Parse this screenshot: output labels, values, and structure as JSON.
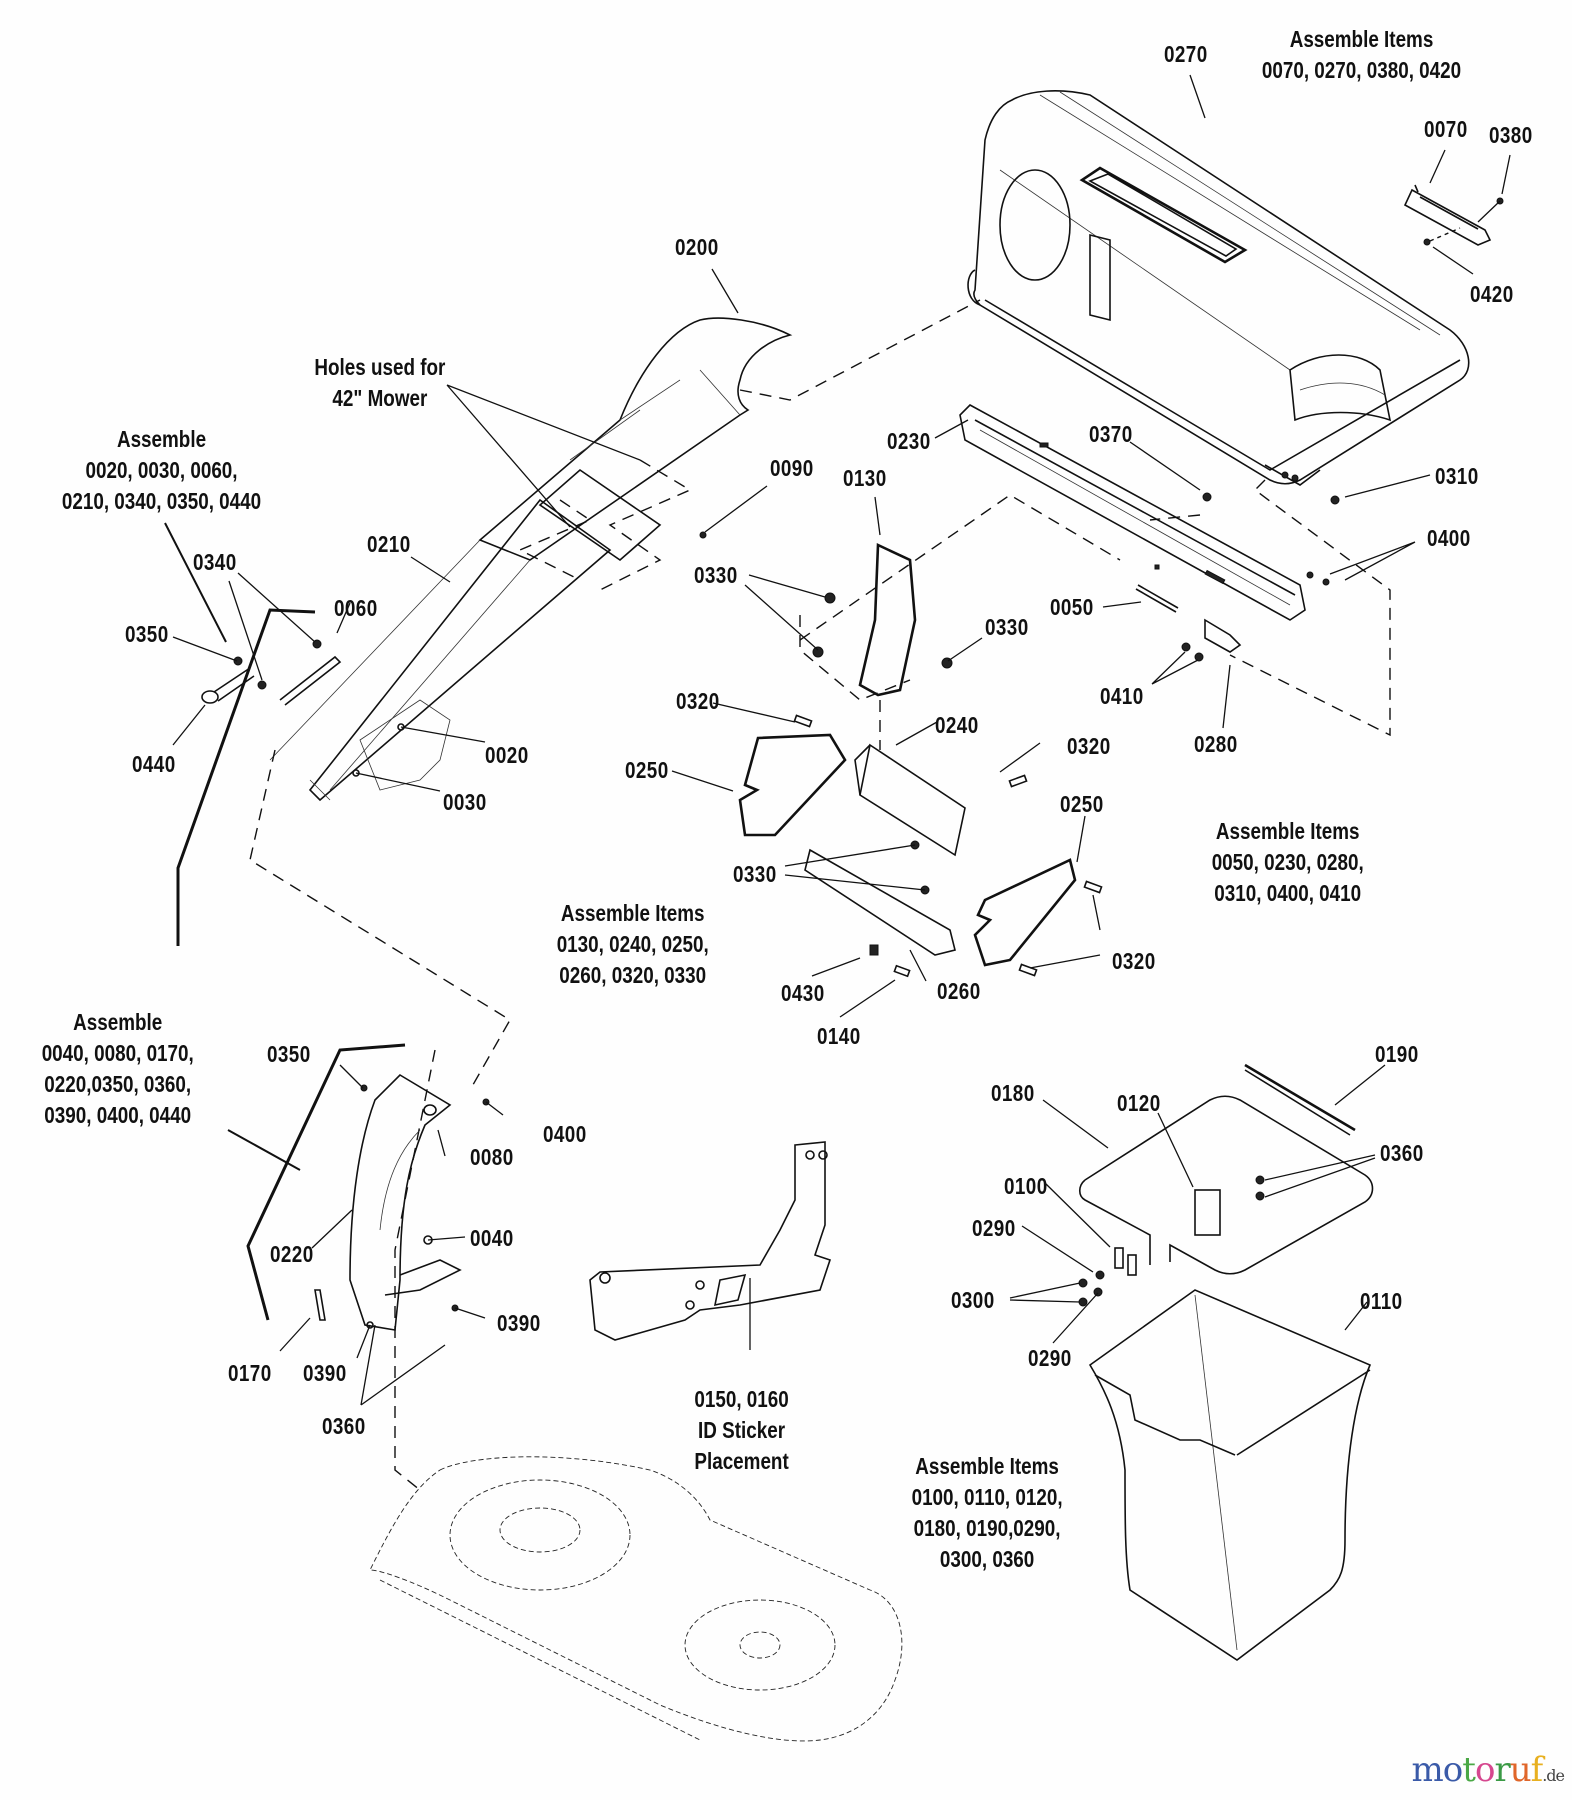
{
  "diagram": {
    "type": "exploded-parts-diagram",
    "subject": "Lawn tractor grass bagger / collector assembly"
  },
  "callouts": [
    {
      "id": "c0270",
      "text": "0270"
    },
    {
      "id": "c0070",
      "text": "0070"
    },
    {
      "id": "c0380",
      "text": "0380"
    },
    {
      "id": "c0420",
      "text": "0420"
    },
    {
      "id": "c0200",
      "text": "0200"
    },
    {
      "id": "c0230",
      "text": "0230"
    },
    {
      "id": "c0370",
      "text": "0370"
    },
    {
      "id": "c0310",
      "text": "0310"
    },
    {
      "id": "c0090",
      "text": "0090"
    },
    {
      "id": "c0130",
      "text": "0130"
    },
    {
      "id": "c0400a",
      "text": "0400"
    },
    {
      "id": "c0330a",
      "text": "0330"
    },
    {
      "id": "c0330b",
      "text": "0330"
    },
    {
      "id": "c0050",
      "text": "0050"
    },
    {
      "id": "c0410",
      "text": "0410"
    },
    {
      "id": "c0280",
      "text": "0280"
    },
    {
      "id": "c0210",
      "text": "0210"
    },
    {
      "id": "c0340",
      "text": "0340"
    },
    {
      "id": "c0060",
      "text": "0060"
    },
    {
      "id": "c0350a",
      "text": "0350"
    },
    {
      "id": "c0440",
      "text": "0440"
    },
    {
      "id": "c0020",
      "text": "0020"
    },
    {
      "id": "c0030",
      "text": "0030"
    },
    {
      "id": "c0320a",
      "text": "0320"
    },
    {
      "id": "c0240",
      "text": "0240"
    },
    {
      "id": "c0320b",
      "text": "0320"
    },
    {
      "id": "c0250a",
      "text": "0250"
    },
    {
      "id": "c0250b",
      "text": "0250"
    },
    {
      "id": "c0330c",
      "text": "0330"
    },
    {
      "id": "c0320c",
      "text": "0320"
    },
    {
      "id": "c0430",
      "text": "0430"
    },
    {
      "id": "c0140",
      "text": "0140"
    },
    {
      "id": "c0260",
      "text": "0260"
    },
    {
      "id": "c0350b",
      "text": "0350"
    },
    {
      "id": "c0400b",
      "text": "0400"
    },
    {
      "id": "c0080",
      "text": "0080"
    },
    {
      "id": "c0040",
      "text": "0040"
    },
    {
      "id": "c0220",
      "text": "0220"
    },
    {
      "id": "c0390a",
      "text": "0390"
    },
    {
      "id": "c0170",
      "text": "0170"
    },
    {
      "id": "c0390b",
      "text": "0390"
    },
    {
      "id": "c0360a",
      "text": "0360"
    },
    {
      "id": "c0190",
      "text": "0190"
    },
    {
      "id": "c0180",
      "text": "0180"
    },
    {
      "id": "c0120",
      "text": "0120"
    },
    {
      "id": "c0360b",
      "text": "0360"
    },
    {
      "id": "c0100",
      "text": "0100"
    },
    {
      "id": "c0290a",
      "text": "0290"
    },
    {
      "id": "c0300",
      "text": "0300"
    },
    {
      "id": "c0290b",
      "text": "0290"
    },
    {
      "id": "c0110",
      "text": "0110"
    }
  ],
  "notes": {
    "top_right": {
      "lines": [
        "Assemble Items",
        "0070, 0270, 0380, 0420"
      ]
    },
    "holes": {
      "lines": [
        "Holes used for",
        "42\" Mower"
      ]
    },
    "chute_tube": {
      "lines": [
        "Assemble",
        "0020, 0030, 0060,",
        "0210, 0340, 0350, 0440"
      ]
    },
    "mount_brackets": {
      "lines": [
        "Assemble Items",
        "0130, 0240, 0250,",
        "0260, 0320, 0330"
      ]
    },
    "rear_rail": {
      "lines": [
        "Assemble Items",
        "0050, 0230, 0280,",
        "0310, 0400, 0410"
      ]
    },
    "lower_chute": {
      "lines": [
        "Assemble",
        "0040, 0080, 0170,",
        "0220,0350, 0360,",
        "0390, 0400, 0440"
      ]
    },
    "id_sticker": {
      "lines": [
        "0150, 0160",
        "ID Sticker",
        "Placement"
      ]
    },
    "bag_frame": {
      "lines": [
        "Assemble Items",
        "0100, 0110, 0120,",
        "0180, 0190,0290,",
        "0300, 0360"
      ]
    }
  },
  "watermark": {
    "letters": [
      {
        "ch": "m",
        "color": "#3a5aa8"
      },
      {
        "ch": "o",
        "color": "#3a5aa8"
      },
      {
        "ch": "t",
        "color": "#4aa845"
      },
      {
        "ch": "o",
        "color": "#d6478f"
      },
      {
        "ch": "r",
        "color": "#3a9a45"
      },
      {
        "ch": "u",
        "color": "#e0662a"
      },
      {
        "ch": "f",
        "color": "#e8b020"
      }
    ],
    "suffix": ".de"
  }
}
